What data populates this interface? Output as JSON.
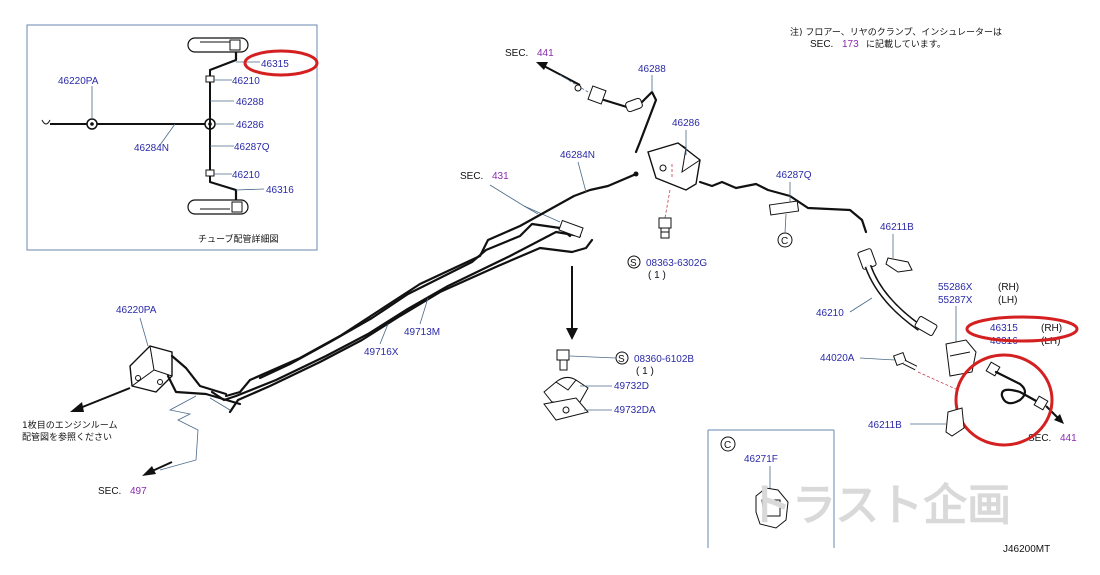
{
  "diagram": {
    "code": "J46200MT",
    "note_line1": "注) フロアー、リヤのクランプ、インシュレーターは",
    "note_line2_prefix": "SEC.",
    "note_line2_sec": "173",
    "note_line2_suffix": "に記載しています。",
    "detail_caption": "チューブ配管詳細図",
    "engine_note_line1": "1枚目のエンジンルーム",
    "engine_note_line2": "配管図を参照ください",
    "sec_label": "SEC.",
    "sec_441": "441",
    "sec_431": "431",
    "sec_497": "497",
    "watermark": "トラスト企画"
  },
  "inset": {
    "labels": {
      "p46220PA": "46220PA",
      "p46315": "46315",
      "p46210a": "46210",
      "p46288": "46288",
      "p46286": "46286",
      "p46284N": "46284N",
      "p46287Q": "46287Q",
      "p46210b": "46210",
      "p46316": "46316"
    }
  },
  "parts": {
    "p46288": "46288",
    "p46286": "46286",
    "p46284N": "46284N",
    "p46287Q": "46287Q",
    "p46211B_top": "46211B",
    "p46211B_bot": "46211B",
    "p08363": "08363-6302G",
    "qty1a": "( 1 )",
    "p08360": "08360-6102B",
    "qty1b": "( 1 )",
    "p49732D": "49732D",
    "p49732DA": "49732DA",
    "p49713M": "49713M",
    "p49716X": "49716X",
    "p46220PA": "46220PA",
    "p46210": "46210",
    "p44020A": "44020A",
    "p55286X": "55286X",
    "rh1": "(RH)",
    "p55287X": "55287X",
    "lh1": "(LH)",
    "p46315": "46315",
    "rh2": "(RH)",
    "p46316": "46316",
    "lh2": "(LH)",
    "p46271F": "46271F",
    "s_mark": "S",
    "c_mark": "C"
  },
  "colors": {
    "part_number": "#2a2aa8",
    "section_number": "#8a2bb0",
    "highlight": "#d42020",
    "inset_border": "#6a8ab0"
  }
}
